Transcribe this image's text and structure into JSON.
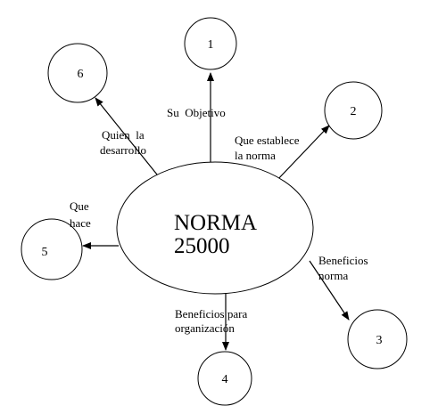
{
  "center": {
    "line1": "NORMA",
    "line2": "25000"
  },
  "nodes": [
    {
      "id": "n1",
      "label": "1"
    },
    {
      "id": "n2",
      "label": "2"
    },
    {
      "id": "n3",
      "label": "3"
    },
    {
      "id": "n4",
      "label": "4"
    },
    {
      "id": "n5",
      "label": "5"
    },
    {
      "id": "n6",
      "label": "6"
    }
  ],
  "edge_labels": {
    "objetivo": [
      "Su  Objetivo"
    ],
    "establece": [
      "Que establece",
      "la norma"
    ],
    "beneficios_norma": [
      "Beneficios",
      "norma"
    ],
    "beneficios_org": [
      "Beneficios para",
      "organización"
    ],
    "hace": [
      "Que",
      "hace"
    ],
    "desarrollo": [
      "Quien  la",
      "desarrollo"
    ]
  },
  "colors": {
    "stroke": "#000000",
    "background": "#ffffff",
    "text": "#000000"
  }
}
